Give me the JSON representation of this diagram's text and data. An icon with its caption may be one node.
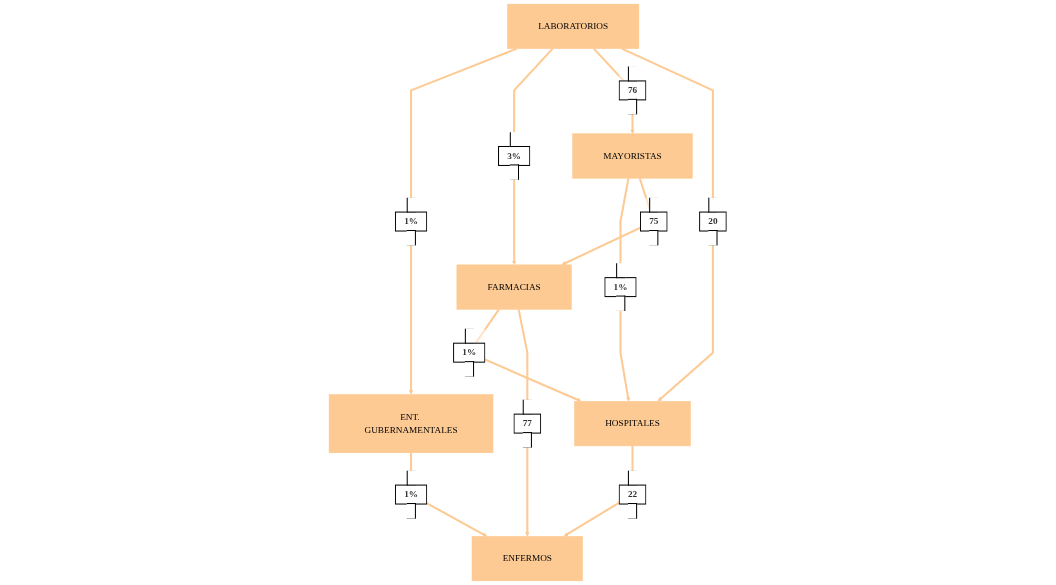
{
  "diagram": {
    "nodes": [
      {
        "text": [
          "LABORATORIOS"
        ]
      },
      {
        "text": [
          "MAYORISTAS"
        ]
      },
      {
        "text": [
          "ENT. GUBERNAMENTALES"
        ]
      },
      {
        "text": [
          "HOSPITALES"
        ]
      },
      {
        "text": [
          "FARMACIAS"
        ]
      },
      {
        "text": [
          "ENFERMOS"
        ]
      }
    ],
    "edges": [
      {
        "from": 0,
        "to": 2,
        "arrow": "to",
        "label": "1%"
      },
      {
        "from": 0,
        "to": 4,
        "arrow": "to",
        "label": "3%"
      },
      {
        "from": 0,
        "to": 1,
        "arrow": "to",
        "label": "76"
      },
      {
        "from": 0,
        "to": 3,
        "arrow": "to",
        "label": "20"
      },
      {
        "from": 1,
        "to": 3,
        "arrow": "to",
        "label": "1%"
      },
      {
        "from": 1,
        "to": 4,
        "arrow": "to",
        "label": "75"
      },
      {
        "from": 4,
        "to": 3,
        "arrow": "to",
        "label": "1%"
      },
      {
        "from": 4,
        "to": 5,
        "arrow": "to",
        "label": "77"
      },
      {
        "from": 2,
        "to": 5,
        "arrow": "to",
        "label": "1%"
      },
      {
        "from": 3,
        "to": 5,
        "arrow": "to",
        "label": "22"
      }
    ]
  }
}
